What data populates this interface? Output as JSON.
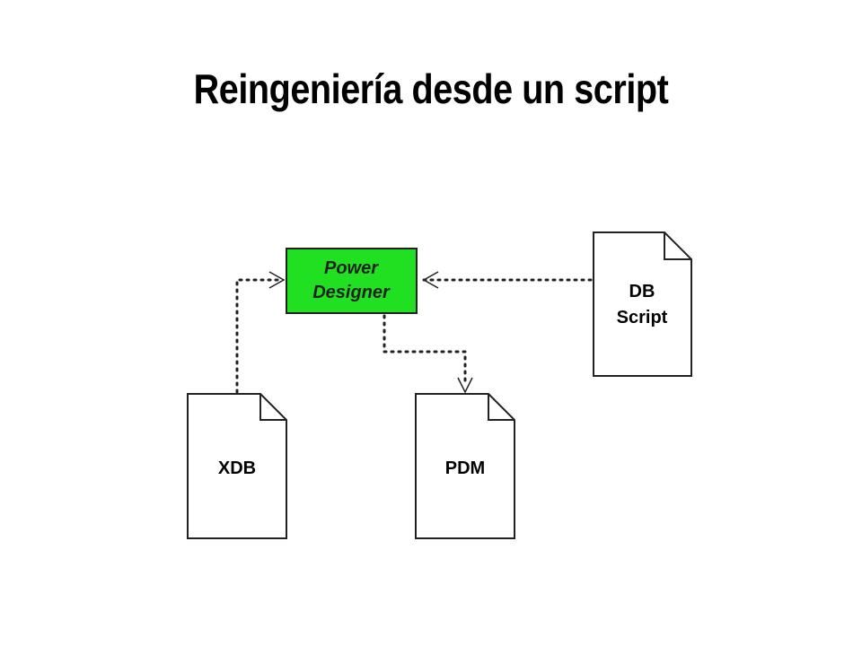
{
  "title": "Reingeniería desde un script",
  "nodes": {
    "power_designer": {
      "line1": "Power",
      "line2": "Designer",
      "fill": "#21e021"
    },
    "db_script": {
      "line1": "DB",
      "line2": "Script"
    },
    "xdb": {
      "label": "XDB"
    },
    "pdm": {
      "label": "PDM"
    }
  },
  "edges": [
    {
      "from": "DB Script",
      "to": "Power Designer",
      "style": "dotted-arrow"
    },
    {
      "from": "XDB",
      "to": "Power Designer",
      "style": "dotted-arrow"
    },
    {
      "from": "Power Designer",
      "to": "PDM",
      "style": "dotted-arrow"
    }
  ]
}
